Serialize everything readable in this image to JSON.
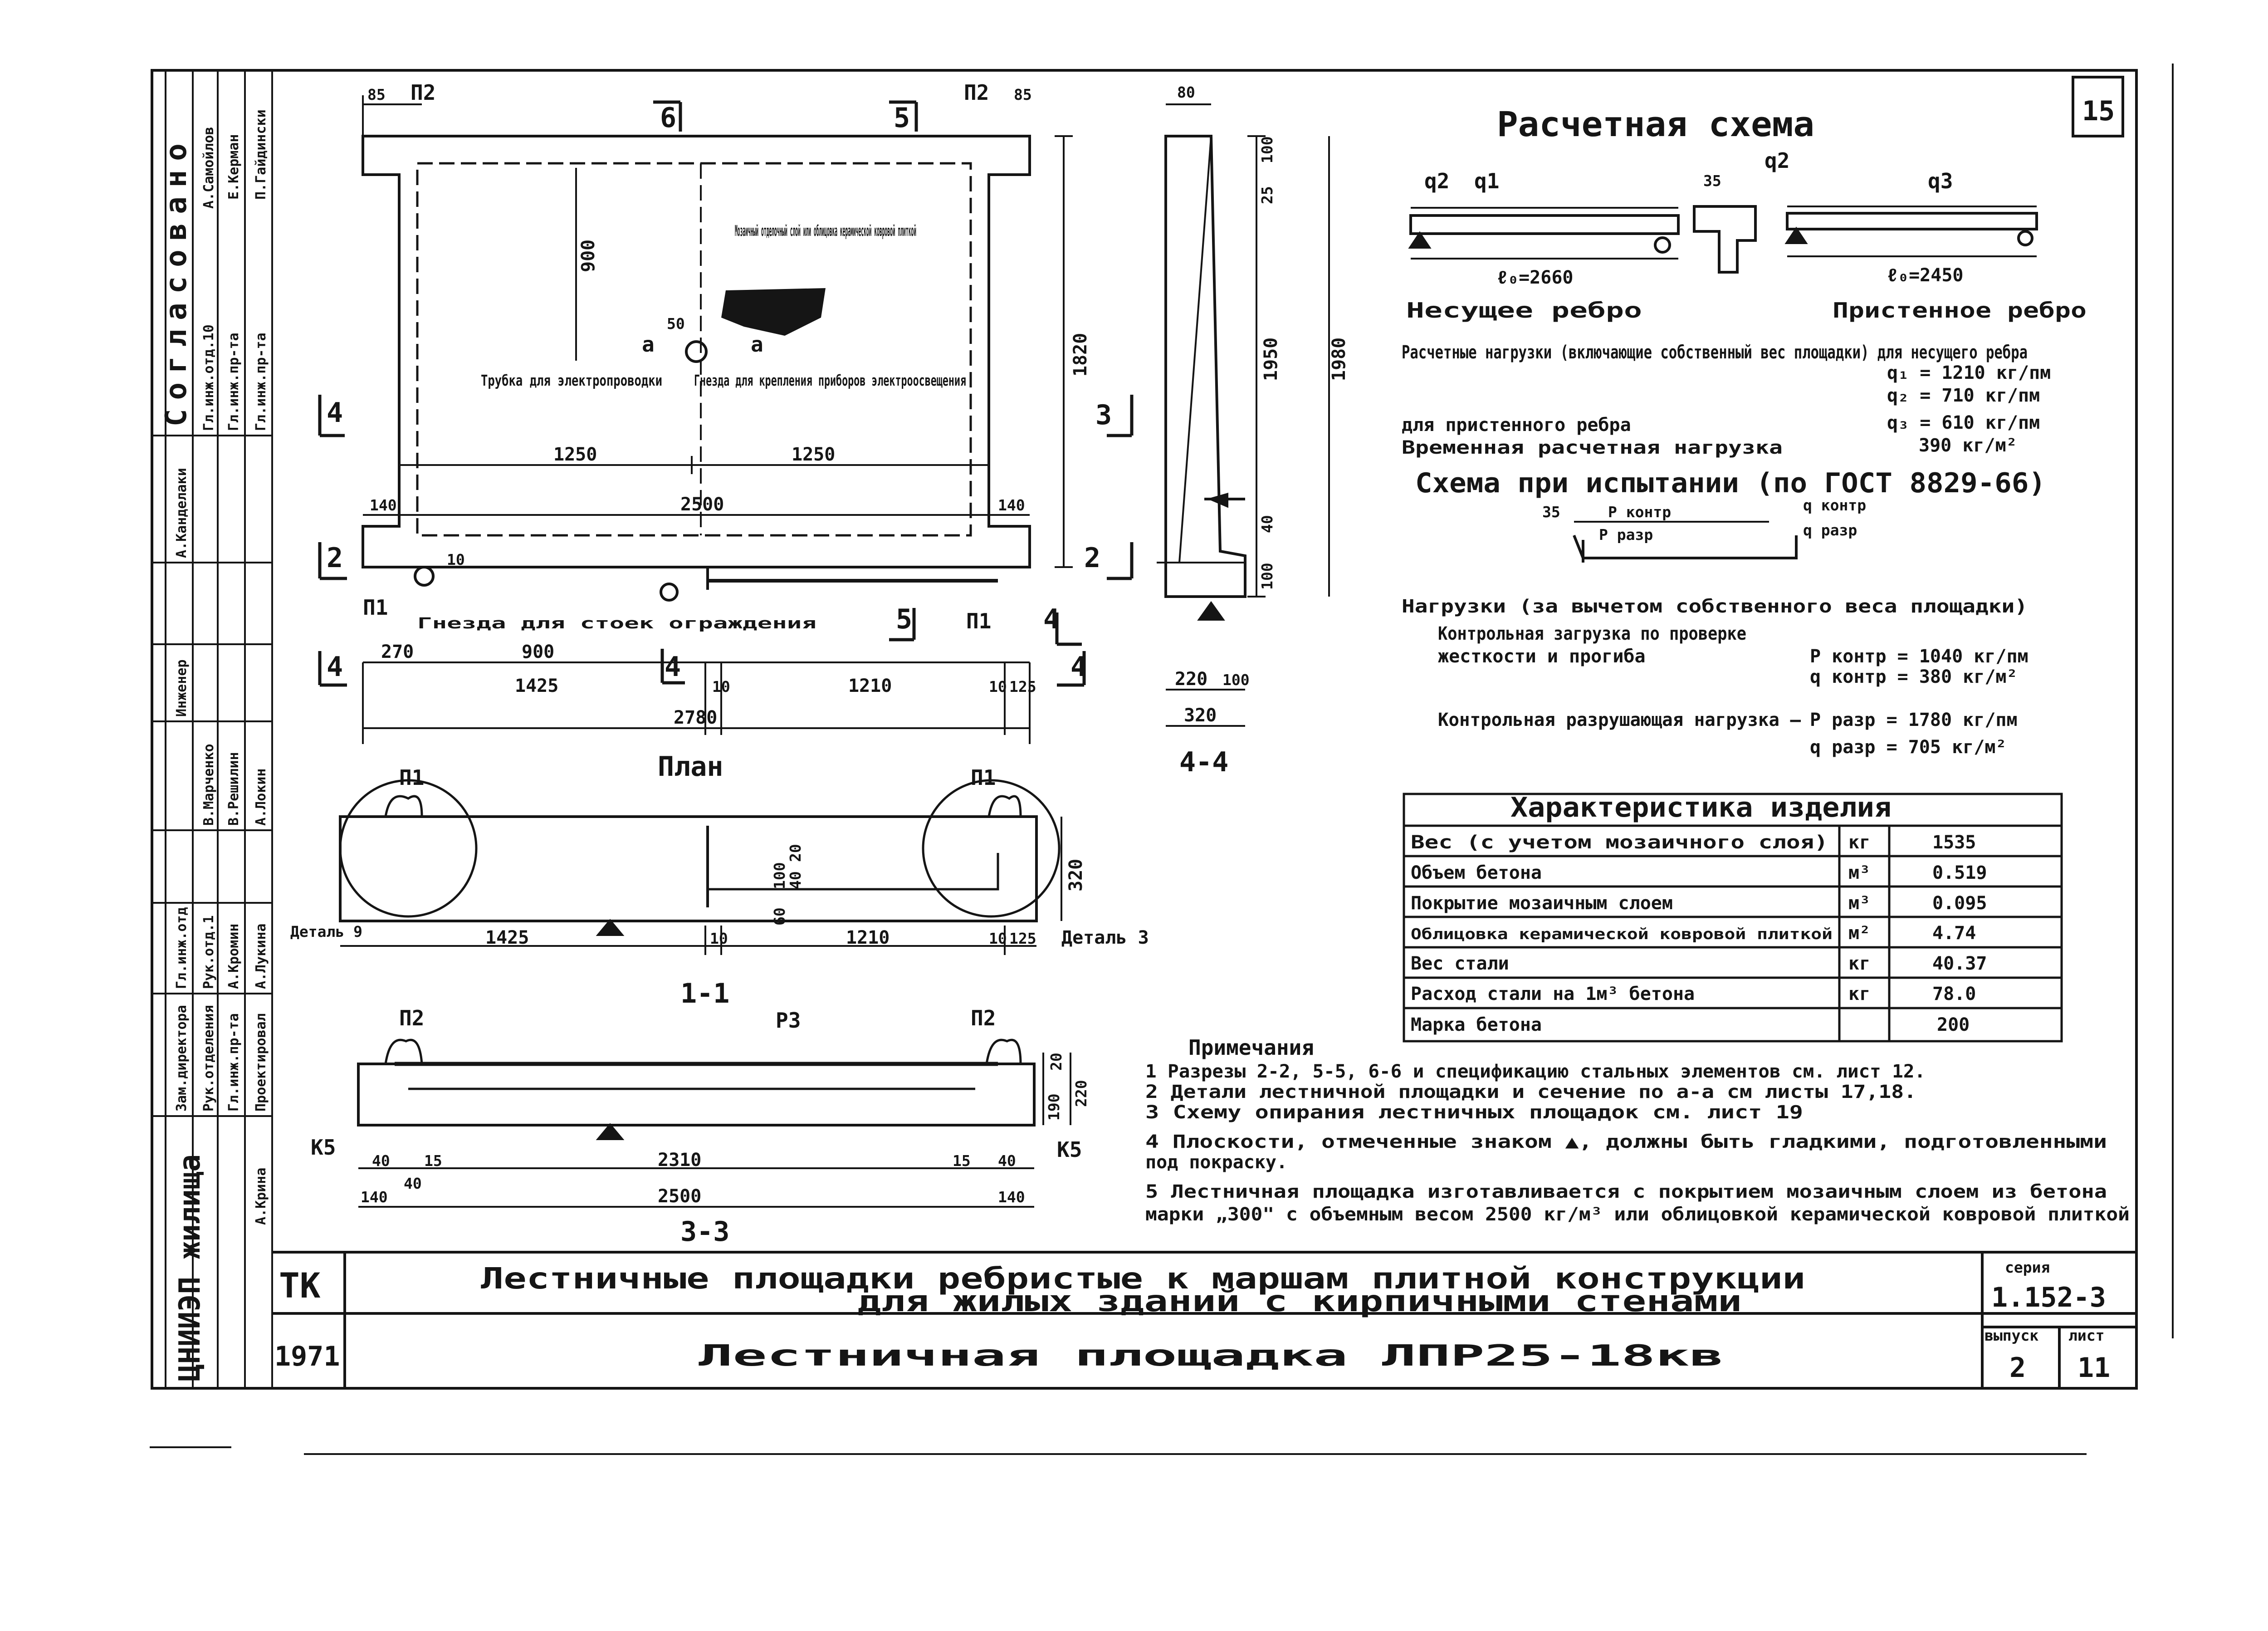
{
  "page_number": "15",
  "title_block": {
    "code_tk": "ТК",
    "year": "1971",
    "org": "ЦНИИЭП жилища",
    "title_line1": "Лестничные площадки ребристые к маршам плитной конструкции",
    "title_line2": "для жилых зданий с кирпичными стенами",
    "sheet_name": "Лестничная площадка ЛПР25-18кв",
    "series_label": "серия",
    "series_value": "1.152-3",
    "issue_label": "выпуск",
    "issue_value": "2",
    "sheet_label": "лист",
    "sheet_value": "11"
  },
  "approval_strip": {
    "header": "Согласовано",
    "roles": [
      "Гл.инж.отд.10",
      "Гл.инж.пр-та",
      "Гл.инж.пр-та",
      "Инженер",
      "Гл.инж.отд",
      "Рук.отд.1",
      "Зам.директора",
      "Рук.отделения",
      "Гл.инж.пр-та",
      "Проектировал"
    ],
    "names": [
      "А.Самойлов",
      "Е.Керман",
      "П.Гайдински",
      "А.Канделаки",
      "А.Локин",
      "В.Марченко",
      "В.Решилин",
      "А.Кромин",
      "А.Лукина",
      "А.Крина"
    ]
  },
  "plan": {
    "caption": "План",
    "dims": {
      "d85": "85",
      "d900": "900",
      "d1820": "1820",
      "d1250a": "1250",
      "d1250b": "1250",
      "d2500": "2500",
      "d140a": "140",
      "d140b": "140",
      "d270": "270",
      "d900b": "900",
      "d1425": "1425",
      "d10a": "10",
      "d1210": "1210",
      "d10b": "10",
      "d125": "125",
      "d2780": "2780",
      "d50": "50",
      "d10": "10"
    },
    "labels": {
      "p2": "П2",
      "p1": "П1",
      "s6": "6",
      "s5": "5",
      "s4": "4",
      "s3": "3",
      "s2": "2",
      "mosaic_note": "Мозаичный отделочный слой или облицовка керамической ковровой плиткой",
      "tube_label": "Трубка для электропроводки",
      "socket_label": "Гнезда для крепления приборов электроосвещения",
      "fence_label": "Гнезда для стоек ограждения",
      "section_a": "а"
    }
  },
  "section_4_4": {
    "caption": "4-4",
    "dims": {
      "d80": "80",
      "d100a": "100",
      "d25": "25",
      "d1950": "1950",
      "d1980": "1980",
      "d40": "40",
      "d100b": "100",
      "d220": "220",
      "d100c": "100",
      "d320": "320"
    }
  },
  "section_1_1": {
    "caption": "1-1",
    "labels": {
      "p1a": "П1",
      "p1b": "П1",
      "detail_left": "Деталь 9",
      "detail_right": "Деталь 3"
    },
    "dims": {
      "d1425": "1425",
      "d10a": "10",
      "d1210": "1210",
      "d10b": "10",
      "d125": "125",
      "d320": "320",
      "d60": "60",
      "d100": "100",
      "d20": "20",
      "d40": "40"
    }
  },
  "section_3_3": {
    "caption": "3-3",
    "labels": {
      "p2a": "П2",
      "p2b": "П2",
      "e3": "Р3",
      "k5a": "К5",
      "k5b": "К5"
    },
    "dims": {
      "d140a": "140",
      "d40a": "40",
      "d15a": "15",
      "d40b": "40",
      "d2310": "2310",
      "d15b": "15",
      "d40c": "40",
      "d140b": "140",
      "d2500": "2500",
      "d20": "20",
      "d190": "190",
      "d220": "220"
    }
  },
  "calc_scheme": {
    "title": "Расчетная схема",
    "q_labels": [
      "q2",
      "q1",
      "q2",
      "q3"
    ],
    "d35": "35",
    "l0_left": "ℓ₀=2660",
    "l0_right": "ℓ₀=2450",
    "rib_left": "Несущее ребро",
    "rib_right": "Пристенное ребро",
    "loads_title": "Расчетные нагрузки (включающие собственный вес площадки) для несущего ребра",
    "q1": "q₁ = 1210 кг/пм",
    "q2": "q₂ = 710 кг/пм",
    "wall_rib": "для пристенного ребра",
    "q3": "q₃ = 610 кг/пм",
    "temp_load": "Временная расчетная нагрузка",
    "temp_value": "390 кг/м²"
  },
  "test_scheme": {
    "title": "Схема при испытании (по ГОСТ 8829-66)",
    "d35": "35",
    "p_kontr": "Р контр",
    "p_razr": "Р разр",
    "q_kontr": "q контр",
    "q_razr": "q разр"
  },
  "test_loads": {
    "title": "Нагрузки (за вычетом собственного веса площадки)",
    "control_line1": "Контрольная загрузка по проверке",
    "control_line2": "жесткости и прогиба",
    "p_kontr": "Р контр = 1040 кг/пм",
    "q_kontr": "q контр = 380 кг/м²",
    "break_label": "Контрольная разрушающая нагрузка —",
    "p_razr": "Р разр = 1780 кг/пм",
    "q_razr": "q разр = 705 кг/м²"
  },
  "characteristics": {
    "title": "Характеристика изделия",
    "rows": [
      {
        "name": "Вес (с учетом мозаичного слоя)",
        "unit": "кг",
        "value": "1535"
      },
      {
        "name": "Объем бетона",
        "unit": "м³",
        "value": "0.519"
      },
      {
        "name": "Покрытие мозаичным слоем",
        "unit": "м³",
        "value": "0.095"
      },
      {
        "name": "Облицовка керамической ковровой плиткой",
        "unit": "м²",
        "value": "4.74"
      },
      {
        "name": "Вес стали",
        "unit": "кг",
        "value": "40.37"
      },
      {
        "name": "Расход стали на 1м³ бетона",
        "unit": "кг",
        "value": "78.0"
      },
      {
        "name": "Марка бетона",
        "unit": "",
        "value": "200"
      }
    ]
  },
  "notes": {
    "title": "Примечания",
    "items": [
      "1 Разрезы 2-2, 5-5, 6-6 и спецификацию стальных элементов см. лист 12.",
      "2 Детали лестничной площадки и сечение по а-а см листы 17,18.",
      "3 Схему опирания лестничных площадок см. лист 19",
      "4 Плоскости, отмеченные знаком ▲, должны быть гладкими, подготовленными",
      "   под покраску.",
      "5 Лестничная площадка изготавливается с покрытием мозаичным слоем из бетона",
      "   марки „300\" с объемным весом 2500 кг/м³ или облицовкой керамической ковровой плиткой"
    ]
  }
}
